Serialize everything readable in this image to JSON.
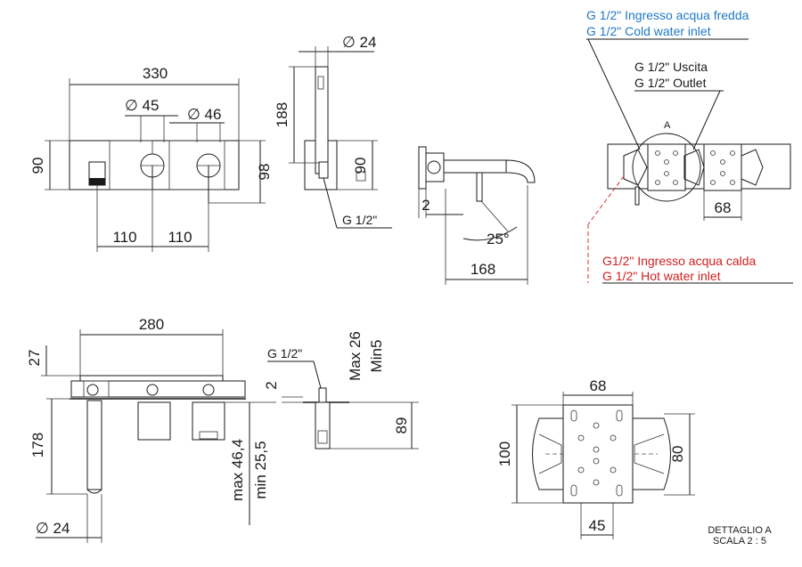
{
  "front_view": {
    "dims": {
      "width": "330",
      "height": "90",
      "spacing_left": "110",
      "spacing_right": "110",
      "dia_left": "∅ 45",
      "dia_right": "∅ 46",
      "depth_right": "98"
    }
  },
  "side_view": {
    "dims": {
      "dia": "∅ 24",
      "height": "188",
      "plate": "90",
      "connection": "G 1/2\""
    }
  },
  "spout_view": {
    "dims": {
      "offset": "2",
      "angle": "25°",
      "length": "168"
    }
  },
  "detail_top": {
    "label_cold_it": "G 1/2\" Ingresso acqua fredda",
    "label_cold_en": "G 1/2\" Cold water inlet",
    "label_out_it": "G 1/2\" Uscita",
    "label_out_en": "G 1/2\" Outlet",
    "label_hot_it": "G1/2\" Ingresso acqua calda",
    "label_hot_en": "G 1/2\" Hot water inlet",
    "marker": "A",
    "dim_68": "68"
  },
  "bottom_front": {
    "dims": {
      "width": "280",
      "top": "27",
      "drop": "178",
      "dia": "∅ 24",
      "max": "max 46,4",
      "min": "min 25,5"
    }
  },
  "bottom_side": {
    "dims": {
      "connection": "G 1/2\"",
      "offset": "2",
      "max": "Max 26",
      "min": "Min5",
      "depth": "89"
    }
  },
  "detail_a": {
    "dims": {
      "top": "68",
      "height": "100",
      "right": "80",
      "bottom": "45"
    },
    "title": "DETTAGLIO A",
    "scale": "SCALA 2 : 5"
  },
  "colors": {
    "blue": "#1e78c8",
    "red": "#d21e1e",
    "line": "#1a1a1a"
  }
}
